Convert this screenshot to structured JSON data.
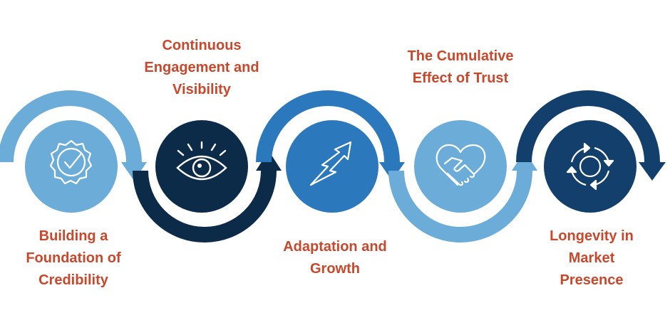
{
  "colors": {
    "label": "#c9472b",
    "light_blue": "#6cacd9",
    "medium_blue": "#2c78bd",
    "dark_navy": "#0c2b48",
    "navy": "#123f6c",
    "icon": "#ffffff"
  },
  "steps": [
    {
      "label": "Building a\nFoundation of\nCredibility",
      "icon": "verified-badge-icon",
      "color": "#6cacd9"
    },
    {
      "label": "Continuous\nEngagement and\nVisibility",
      "icon": "eye-icon",
      "color": "#0c2b48"
    },
    {
      "label": "Adaptation and\nGrowth",
      "icon": "growth-arrow-icon",
      "color": "#2c78bd"
    },
    {
      "label": "The Cumulative\nEffect of Trust",
      "icon": "heart-handshake-icon",
      "color": "#6cacd9"
    },
    {
      "label": "Longevity in\nMarket\nPresence",
      "icon": "cycle-arrows-icon",
      "color": "#123f6c"
    }
  ]
}
